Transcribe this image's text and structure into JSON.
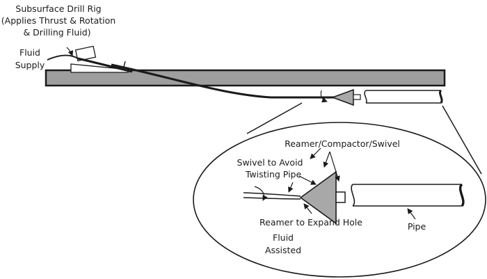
{
  "labels": {
    "rig_line1": "Subsurface Drill Rig",
    "rig_line2": "(Applies Thrust & Rotation",
    "rig_line3": "& Drilling Fluid)",
    "fluid_line1": "Fluid",
    "fluid_line2": "Supply",
    "reamer_compactor_swivel": "Reamer/Compactor/Swivel",
    "swivel_line1": "Swivel to Avoid",
    "swivel_line2": "Twisting Pipe",
    "reamer_expand": "Reamer to Expand Hole",
    "fluid_assisted_line1": "Fluid",
    "fluid_assisted_line2": "Assisted",
    "pipe": "Pipe"
  },
  "colors": {
    "line": "#1a1a1a",
    "ground": "#9e9e9e",
    "reamer": "#a8a8a8",
    "background": "#ffffff"
  }
}
